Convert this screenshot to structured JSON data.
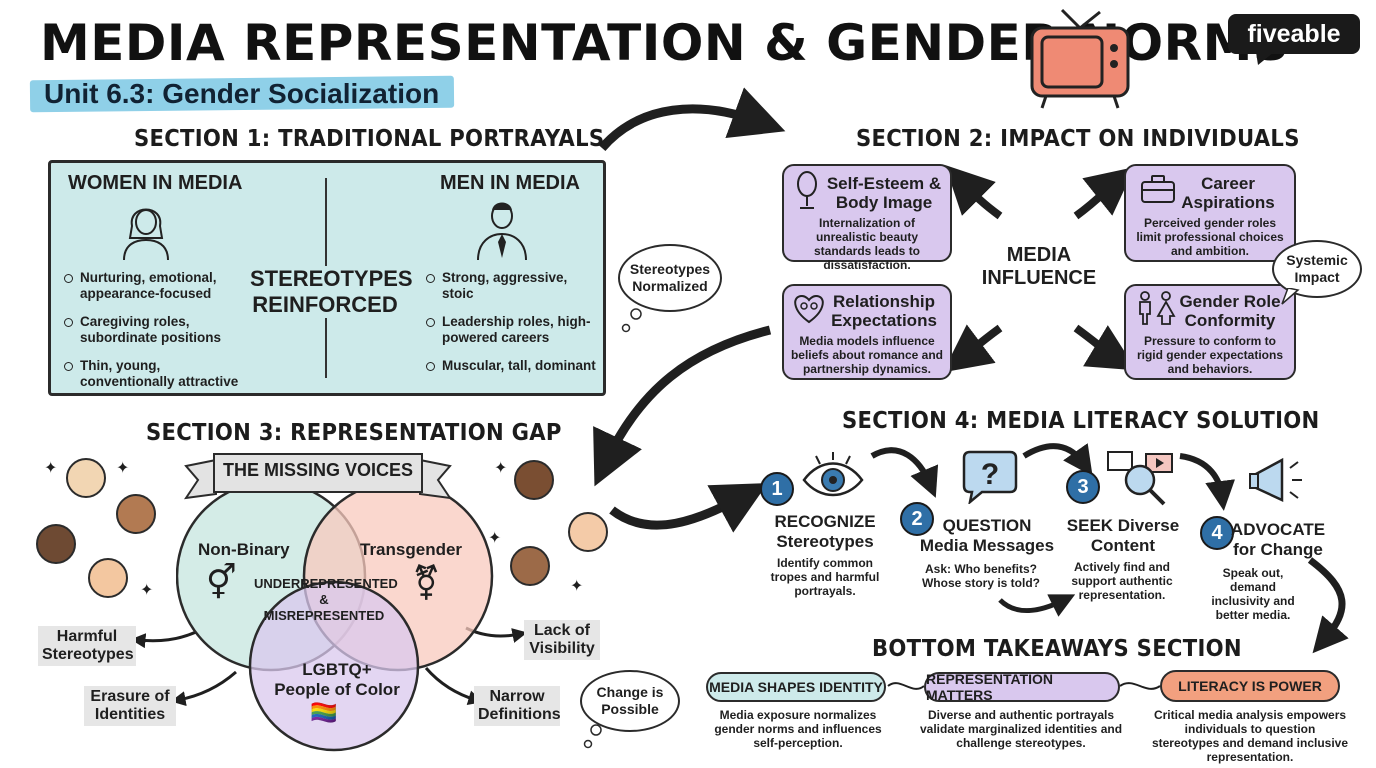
{
  "header": {
    "title": "MEDIA REPRESENTATION & GENDER NORMS",
    "subtitle": "Unit 6.3: Gender Socialization",
    "logo": "fiveable",
    "tv_icon": "tv-icon"
  },
  "section1": {
    "title": "SECTION 1: TRADITIONAL PORTRAYALS",
    "women_heading": "WOMEN IN MEDIA",
    "men_heading": "MEN IN MEDIA",
    "center_label_line1": "STEREOTYPES",
    "center_label_line2": "REINFORCED",
    "women_bullets": [
      "Nurturing, emotional, appearance-focused",
      "Caregiving roles, subordinate positions",
      "Thin, young, conventionally attractive"
    ],
    "men_bullets": [
      "Strong, aggressive, stoic",
      "Leadership roles, high-powered careers",
      "Muscular, tall, dominant"
    ],
    "thought_bubble": "Stereotypes Normalized",
    "box_color": "#cdeaea"
  },
  "section2": {
    "title": "SECTION 2: IMPACT ON INDIVIDUALS",
    "center_line1": "MEDIA",
    "center_line2": "INFLUENCE",
    "cards": [
      {
        "title": "Self-Esteem & Body Image",
        "text": "Internalization of unrealistic beauty standards leads to dissatisfaction.",
        "icon": "mirror-icon"
      },
      {
        "title": "Career Aspirations",
        "text": "Perceived gender roles limit professional choices and ambition.",
        "icon": "briefcase-icon"
      },
      {
        "title": "Relationship Expectations",
        "text": "Media models influence beliefs about romance and partnership dynamics.",
        "icon": "hearts-icon"
      },
      {
        "title": "Gender Role Conformity",
        "text": "Pressure to conform to rigid gender expectations and behaviors.",
        "icon": "people-icon"
      }
    ],
    "speech_bubble": "Systemic Impact",
    "card_color": "#d9c8ee"
  },
  "section3": {
    "title": "SECTION 3: REPRESENTATION GAP",
    "banner": "THE MISSING VOICES",
    "circles": {
      "left": "Non-Binary",
      "right": "Transgender",
      "bottom_line1": "LGBTQ+",
      "bottom_line2": "People of Color"
    },
    "center_line1": "UNDERREPRESENTED",
    "center_line2": "&",
    "center_line3": "MISREPRESENTED",
    "outcomes": {
      "harmful": "Harmful Stereotypes",
      "erasure": "Erasure of Identities",
      "visibility": "Lack of Visibility",
      "narrow": "Narrow Definitions"
    },
    "thought_bubble": "Change is Possible",
    "colors": {
      "left": "#cde9e3",
      "right": "#f8c9bd",
      "bottom": "#d9c8ee"
    }
  },
  "section4": {
    "title": "SECTION 4: MEDIA LITERACY SOLUTION",
    "steps": [
      {
        "num": "1",
        "title_line1": "RECOGNIZE",
        "title_line2": "Stereotypes",
        "text": "Identify common tropes and harmful portrayals.",
        "icon": "eye-icon"
      },
      {
        "num": "2",
        "title_line1": "QUESTION",
        "title_line2": "Media Messages",
        "text": "Ask: Who benefits? Whose story is told?",
        "icon": "question-icon"
      },
      {
        "num": "3",
        "title_line1": "SEEK Diverse",
        "title_line2": "Content",
        "text": "Actively find and support authentic representation.",
        "icon": "magnifier-icon"
      },
      {
        "num": "4",
        "title_line1": "ADVOCATE",
        "title_line2": "for Change",
        "text": "Speak out, demand inclusivity and better media.",
        "icon": "megaphone-icon"
      }
    ]
  },
  "takeaways": {
    "title": "BOTTOM TAKEAWAYS SECTION",
    "items": [
      {
        "label": "MEDIA SHAPES IDENTITY",
        "text": "Media exposure normalizes gender norms and influences self-perception.",
        "color": "#cdeaea"
      },
      {
        "label": "REPRESENTATION MATTERS",
        "text": "Diverse and authentic portrayals validate marginalized identities and challenge stereotypes.",
        "color": "#d9c8ee"
      },
      {
        "label": "LITERACY IS POWER",
        "text": "Critical media analysis empowers individuals to question stereotypes and demand inclusive representation.",
        "color": "#f2a07f"
      }
    ]
  }
}
